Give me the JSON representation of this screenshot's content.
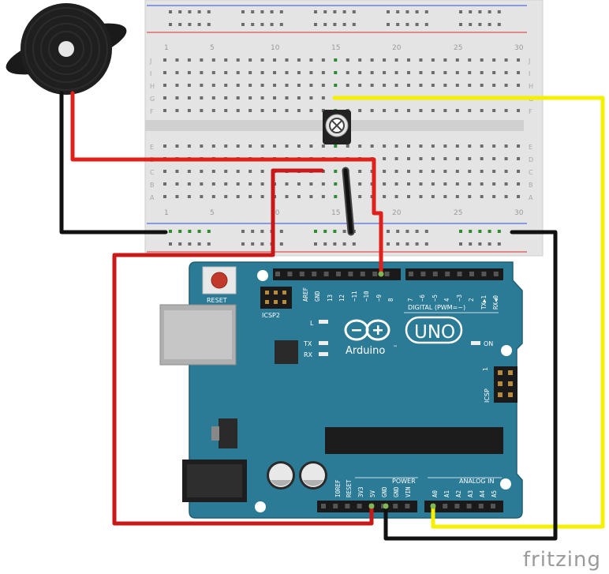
{
  "breadboard": {
    "column_numbers": [
      "1",
      "5",
      "10",
      "15",
      "20",
      "25",
      "30"
    ],
    "row_letters_top": [
      "J",
      "I",
      "H",
      "G",
      "F"
    ],
    "row_letters_bottom": [
      "E",
      "D",
      "C",
      "B",
      "A"
    ]
  },
  "arduino": {
    "reset_label": "RESET",
    "icsp2_label": "ICSP2",
    "l_label": "L",
    "tx_label": "TX",
    "rx_label": "RX",
    "on_label": "ON",
    "brand_text": "Arduino",
    "tm_mark": "™",
    "uno_text": "UNO",
    "digital_label": "DIGITAL (PWM=~)",
    "icsp_label": "ICSP",
    "icsp_pin1": "1",
    "power_label": "POWER",
    "analog_label": "ANALOG IN",
    "digital_pins": [
      "AREF",
      "GND",
      "13",
      "12",
      "~11",
      "~10",
      "~9",
      "8",
      "7",
      "~6",
      "~5",
      "4",
      "~3",
      "2",
      "TX▶1",
      "RX◀0"
    ],
    "power_pins": [
      "IOREF",
      "RESET",
      "3V3",
      "5V",
      "GND",
      "GND",
      "VIN"
    ],
    "analog_pins": [
      "A0",
      "A1",
      "A2",
      "A3",
      "A4",
      "A5"
    ]
  },
  "colors": {
    "board": "#2b7a96",
    "wire_red": "#e0201b",
    "wire_black": "#111111",
    "wire_yellow": "#f5f000",
    "breadboard": "#e6e6e6"
  },
  "footer": {
    "watermark": "fritzing"
  }
}
